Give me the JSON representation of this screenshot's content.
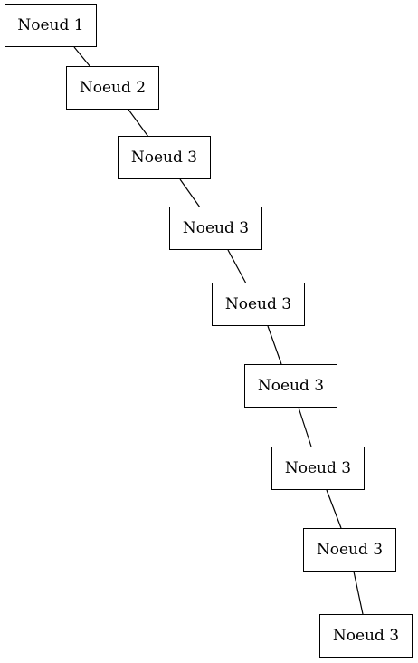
{
  "nodes": [
    {
      "label": "Noeud 1"
    },
    {
      "label": "Noeud 2"
    },
    {
      "label": "Noeud 3"
    },
    {
      "label": "Noeud 3"
    },
    {
      "label": "Noeud 3"
    },
    {
      "label": "Noeud 3"
    },
    {
      "label": "Noeud 3"
    },
    {
      "label": "Noeud 3"
    },
    {
      "label": "Noeud 3"
    }
  ],
  "edges": [
    {
      "from": 0,
      "to": 1
    },
    {
      "from": 1,
      "to": 2
    },
    {
      "from": 2,
      "to": 3
    },
    {
      "from": 3,
      "to": 4
    },
    {
      "from": 4,
      "to": 5
    },
    {
      "from": 5,
      "to": 6
    },
    {
      "from": 6,
      "to": 7
    },
    {
      "from": 7,
      "to": 8
    }
  ]
}
